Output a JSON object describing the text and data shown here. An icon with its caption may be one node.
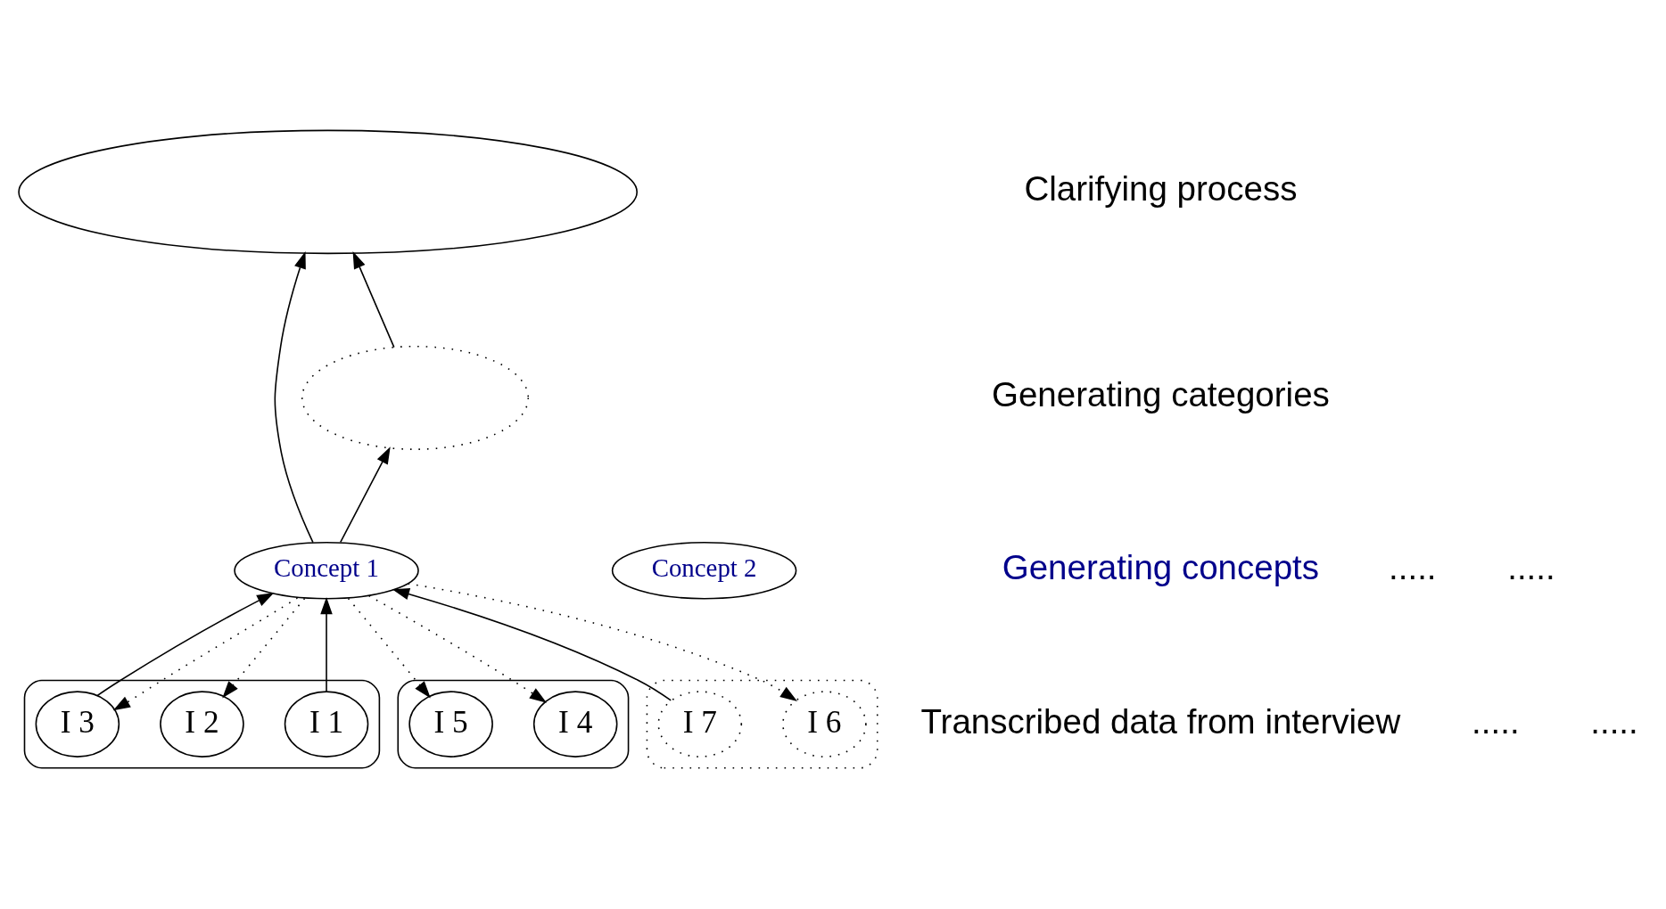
{
  "diagram": {
    "nodes": [
      {
        "text": [],
        "shape": "ellipse"
      },
      {
        "text": [],
        "shape": "ellipse"
      },
      {
        "text": [
          "Concept 1"
        ]
      },
      {
        "text": [
          "Concept 2"
        ]
      },
      {
        "text": [],
        "shape": "ellipse"
      },
      {
        "text": [
          "I 1"
        ],
        "in": 4
      },
      {
        "text": [
          "I 2"
        ],
        "in": 4
      },
      {
        "text": [
          "I 3"
        ],
        "in": 4
      },
      {
        "text": [],
        "shape": "ellipse"
      },
      {
        "text": [
          "I 4"
        ],
        "in": 8
      },
      {
        "text": [
          "I 5"
        ],
        "in": 8
      },
      {
        "text": [],
        "shape": "ellipse"
      },
      {
        "text": [
          "I 6"
        ],
        "in": 11
      },
      {
        "text": [
          "I 7"
        ],
        "in": 11
      }
    ],
    "edges": [
      {
        "from": 1,
        "to": 0,
        "arrow": "to"
      },
      {
        "from": 2,
        "to": 0,
        "arrow": "to"
      },
      {
        "from": 2,
        "to": 1,
        "arrow": "to"
      },
      {
        "from": 5,
        "to": 2,
        "arrow": "to"
      },
      {
        "from": 2,
        "to": 6,
        "arrow": "to",
        "style": "dashed"
      },
      {
        "from": 2,
        "to": 7,
        "arrow": "to",
        "style": "dashed"
      },
      {
        "from": 7,
        "to": 2,
        "arrow": "to"
      },
      {
        "from": 2,
        "to": 9,
        "arrow": "to",
        "style": "dashed"
      },
      {
        "from": 2,
        "to": 10,
        "arrow": "to",
        "style": "dashed"
      },
      {
        "from": 2,
        "to": 12,
        "arrow": "to",
        "style": "dashed"
      },
      {
        "from": 13,
        "to": 2,
        "arrow": "to"
      }
    ],
    "labels": [
      "Clarifying process",
      "Generating categories",
      "Generating concepts",
      ".....",
      ".....",
      "Transcribed data from interview",
      ".....",
      "....."
    ]
  }
}
